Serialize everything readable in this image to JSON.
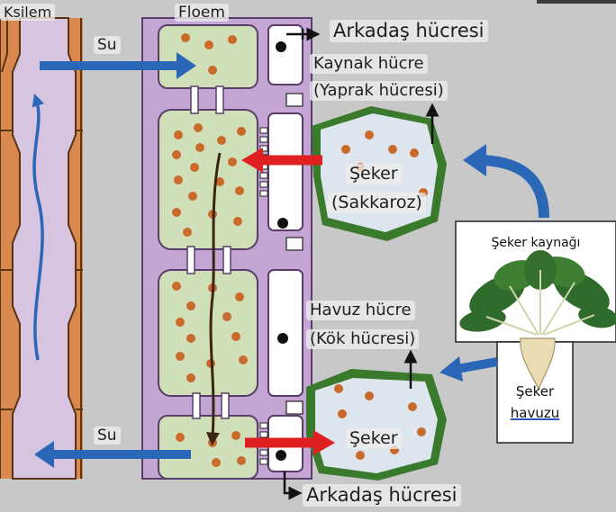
{
  "labels": {
    "ksilem": "Ksilem",
    "floem": "Floem",
    "su_top": "Su",
    "su_bottom": "Su",
    "arkadas_top": "Arkadaş hücresi",
    "arkadas_bottom": "Arkadaş hücresi",
    "kaynak_line1": "Kaynak hücre",
    "kaynak_line2": "(Yaprak hücresi)",
    "seker_top_line1": "Şeker",
    "seker_top_line2": "(Sakkaroz)",
    "havuz_line1": "Havuz hücre",
    "havuz_line2": "(Kök hücresi)",
    "seker_bottom": "Şeker",
    "seker_kaynagi": "Şeker kaynağı",
    "seker_havuzu_line1": "Şeker",
    "seker_havuzu_line2": "havuzu"
  },
  "colors": {
    "background": "#c8c8c8",
    "xylem_wood": "#d9884f",
    "xylem_lumen": "#d7c4e0",
    "phloem_wall": "#b79bc8",
    "phloem_sap": "#cfe0b8",
    "sugar_dot": "#c96a2a",
    "water_arrow": "#2b67b7",
    "sugar_arrow": "#e02020",
    "leaf_cell_border": "#3a7a2c",
    "cell_interior": "#dde6ee",
    "flow_arrow": "#5a3a1e"
  }
}
